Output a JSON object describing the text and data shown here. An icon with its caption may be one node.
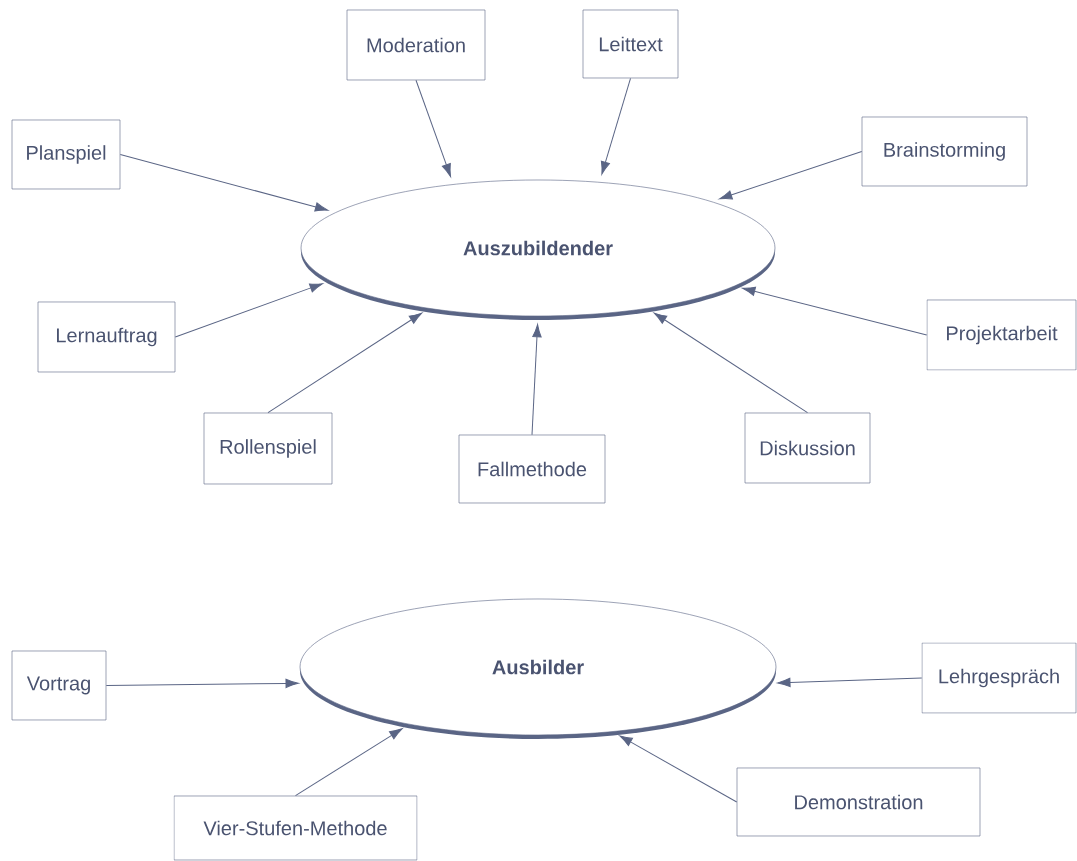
{
  "diagram": {
    "nodes": [
      {
        "text": [
          "Auszubildender"
        ]
      },
      {
        "text": [
          "Moderation"
        ]
      },
      {
        "text": [
          "Leittext"
        ]
      },
      {
        "text": [
          "Planspiel"
        ]
      },
      {
        "text": [
          "Brainstorming"
        ]
      },
      {
        "text": [
          "Lernauftrag"
        ]
      },
      {
        "text": [
          "Projektarbeit"
        ]
      },
      {
        "text": [
          "Rollenspiel"
        ]
      },
      {
        "text": [
          "Fallmethode"
        ]
      },
      {
        "text": [
          "Diskussion"
        ]
      },
      {
        "text": [
          "Ausbilder"
        ]
      },
      {
        "text": [
          "Vortrag"
        ]
      },
      {
        "text": [
          "Lehrgespräch"
        ]
      },
      {
        "text": [
          "Vier-Stufen-Methode"
        ]
      },
      {
        "text": [
          "Demonstration"
        ]
      }
    ],
    "edges": [
      {
        "from": 1,
        "to": 0,
        "arrow": "to"
      },
      {
        "from": 2,
        "to": 0,
        "arrow": "to"
      },
      {
        "from": 3,
        "to": 0,
        "arrow": "to"
      },
      {
        "from": 4,
        "to": 0,
        "arrow": "to"
      },
      {
        "from": 5,
        "to": 0,
        "arrow": "to"
      },
      {
        "from": 6,
        "to": 0,
        "arrow": "to"
      },
      {
        "from": 7,
        "to": 0,
        "arrow": "to"
      },
      {
        "from": 8,
        "to": 0,
        "arrow": "to"
      },
      {
        "from": 9,
        "to": 0,
        "arrow": "to"
      },
      {
        "from": 11,
        "to": 10,
        "arrow": "to"
      },
      {
        "from": 12,
        "to": 10,
        "arrow": "to"
      },
      {
        "from": 13,
        "to": 10,
        "arrow": "to"
      },
      {
        "from": 14,
        "to": 10,
        "arrow": "to"
      }
    ]
  }
}
